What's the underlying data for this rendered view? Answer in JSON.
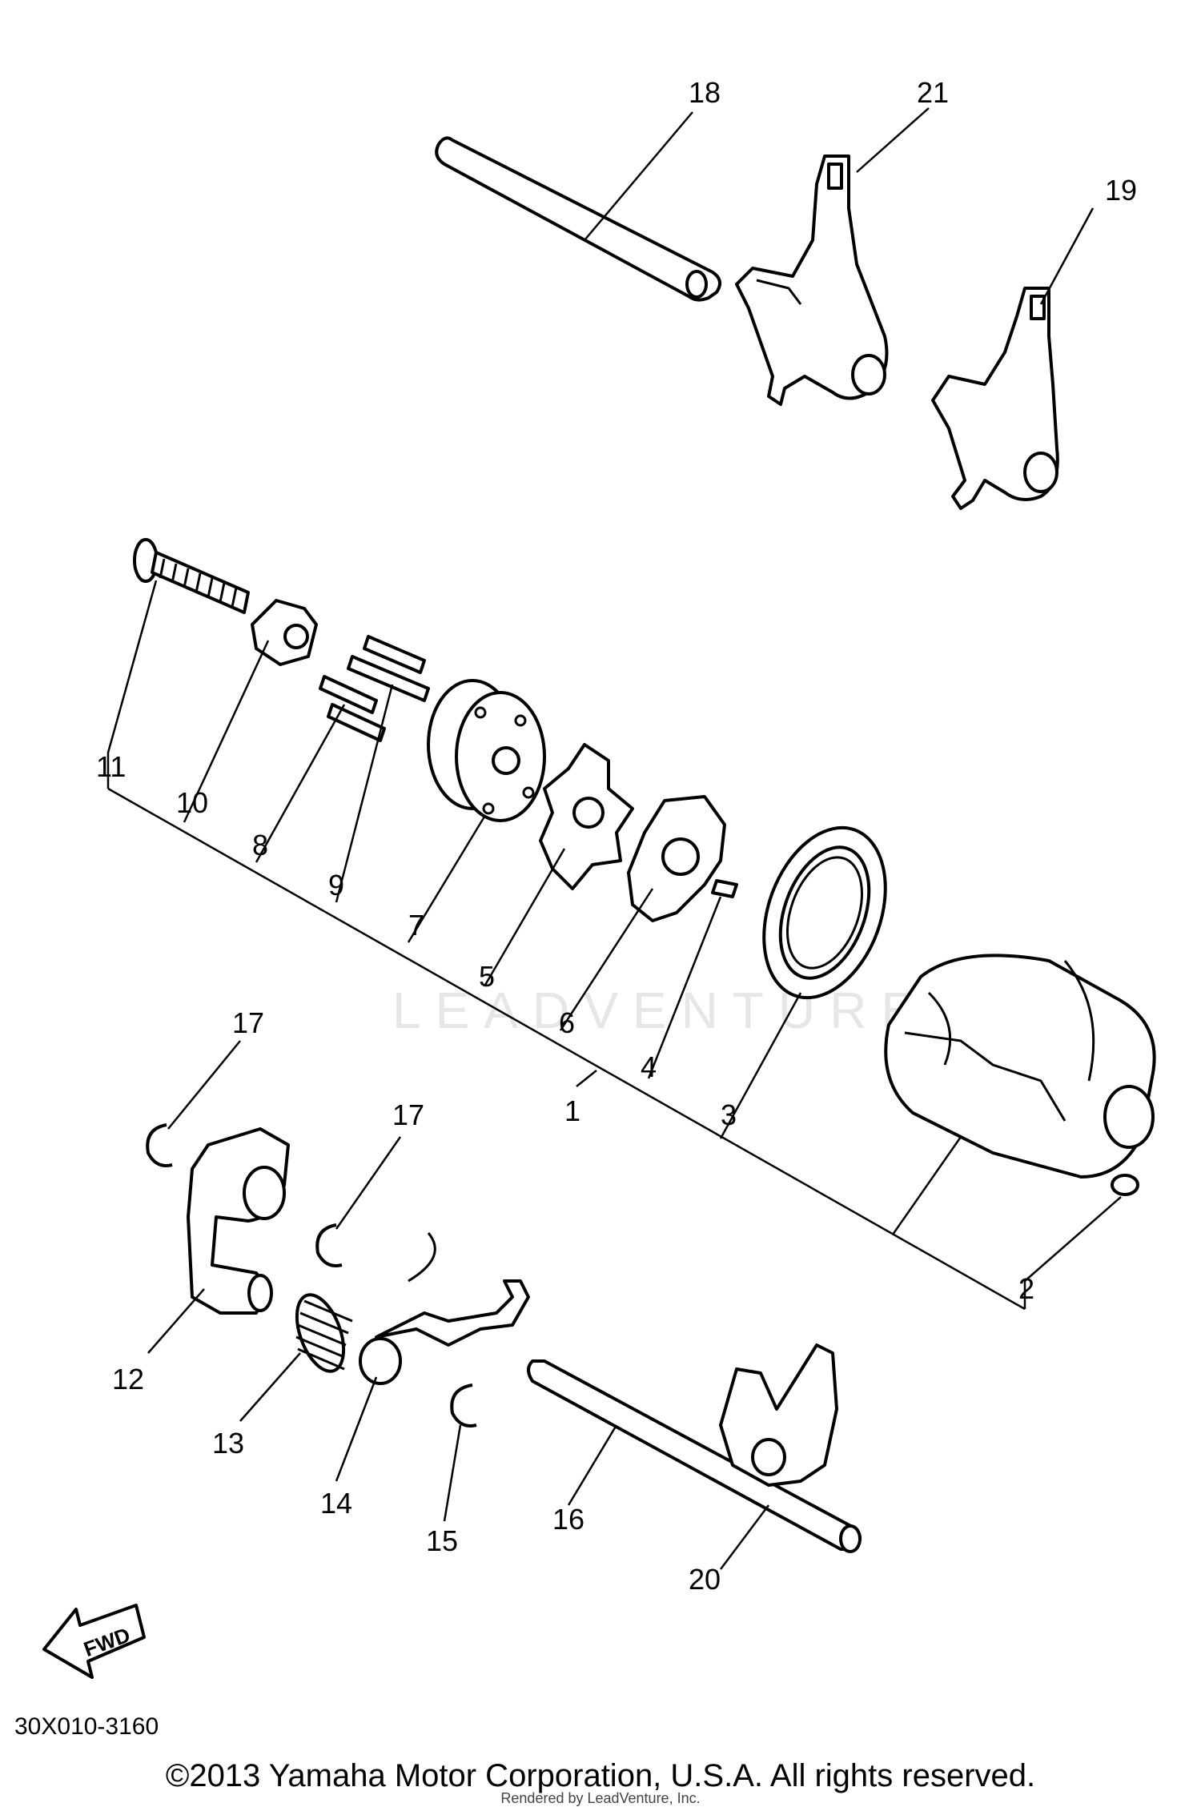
{
  "diagram": {
    "callouts": [
      {
        "id": "c18",
        "label": "18"
      },
      {
        "id": "c21",
        "label": "21"
      },
      {
        "id": "c19",
        "label": "19"
      },
      {
        "id": "c11",
        "label": "11"
      },
      {
        "id": "c10",
        "label": "10"
      },
      {
        "id": "c8",
        "label": "8"
      },
      {
        "id": "c9",
        "label": "9"
      },
      {
        "id": "c7",
        "label": "7"
      },
      {
        "id": "c5",
        "label": "5"
      },
      {
        "id": "c6",
        "label": "6"
      },
      {
        "id": "c1",
        "label": "1"
      },
      {
        "id": "c4",
        "label": "4"
      },
      {
        "id": "c3",
        "label": "3"
      },
      {
        "id": "c2",
        "label": "2"
      },
      {
        "id": "c17a",
        "label": "17"
      },
      {
        "id": "c17b",
        "label": "17"
      },
      {
        "id": "c12",
        "label": "12"
      },
      {
        "id": "c13",
        "label": "13"
      },
      {
        "id": "c14",
        "label": "14"
      },
      {
        "id": "c15",
        "label": "15"
      },
      {
        "id": "c16",
        "label": "16"
      },
      {
        "id": "c20",
        "label": "20"
      }
    ],
    "fwd_label": "FWD",
    "drawing_code": "30X010-3160",
    "copyright": "©2013 Yamaha Motor Corporation, U.S.A. All rights reserved.",
    "rendered_by": "Rendered by LeadVenture, Inc.",
    "watermark_text": "LEADVENTURE"
  }
}
